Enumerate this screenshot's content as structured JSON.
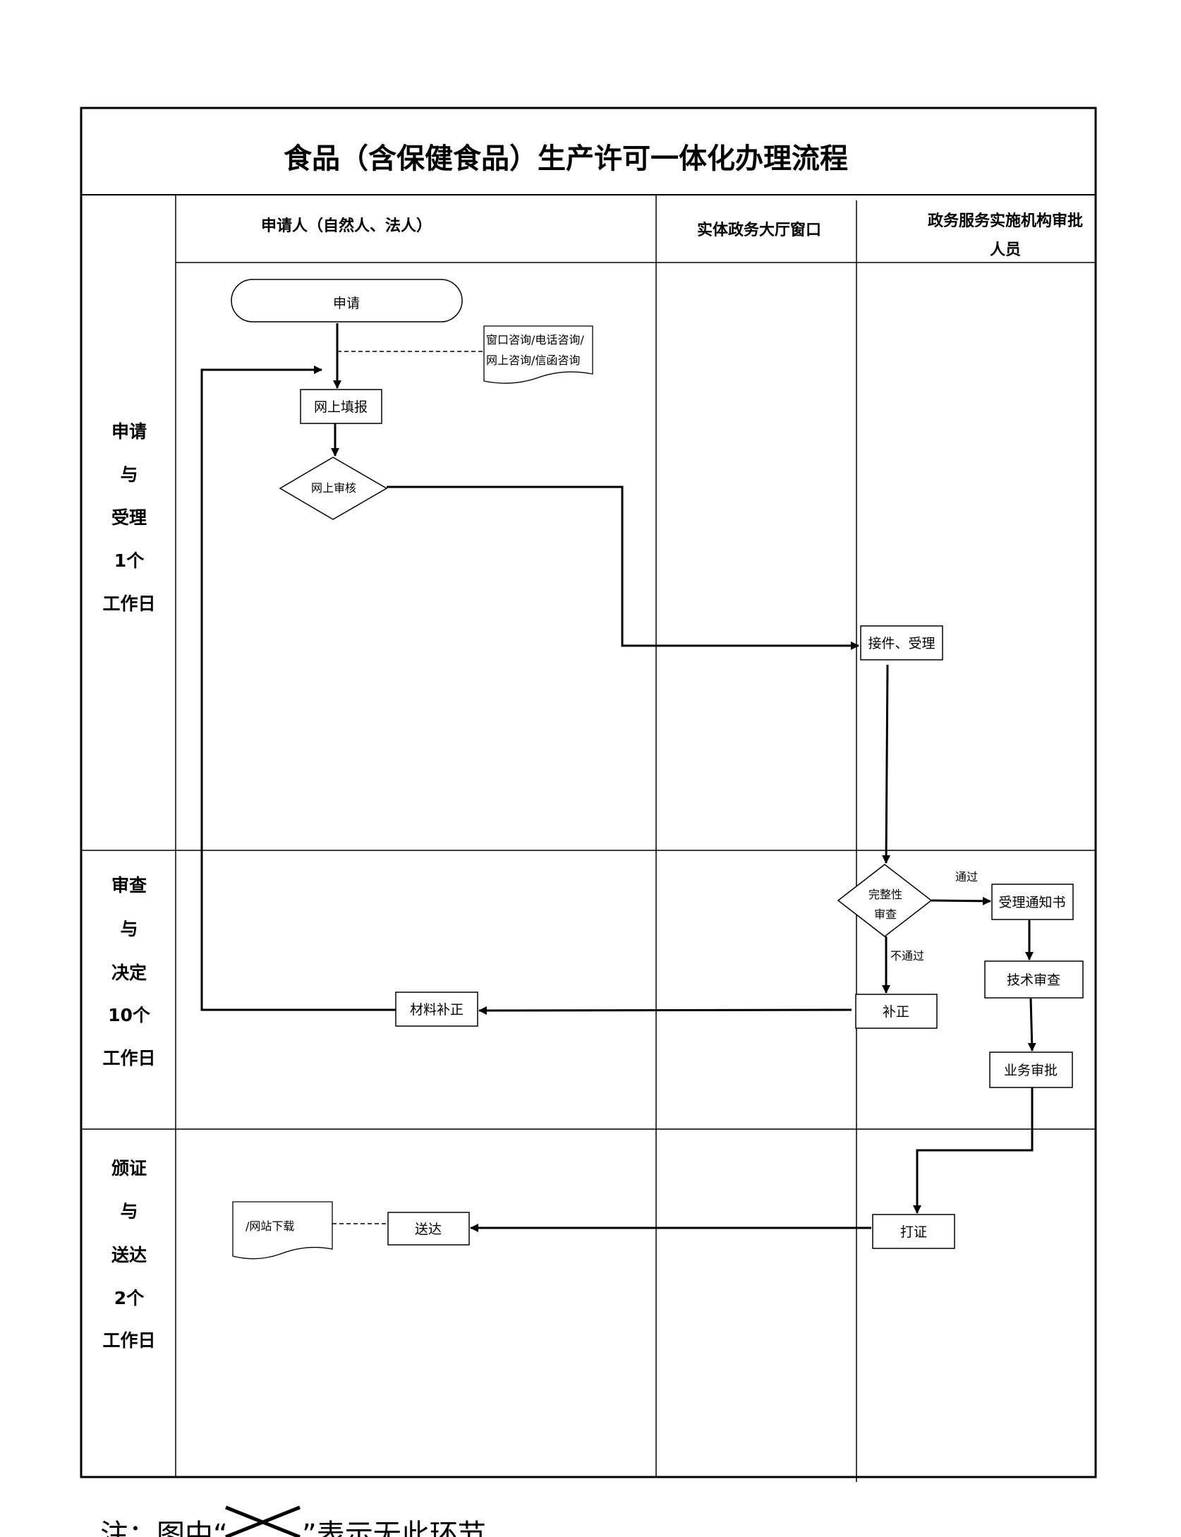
{
  "title": "食品（含保健食品）生产许可一体化办理流程",
  "columns": {
    "applicant": "申请人（自然人、法人）",
    "window": "实体政务大厅窗口",
    "reviewer_line1": "政务服务实施机构审批",
    "reviewer_line2": "人员"
  },
  "stages": {
    "accept": [
      "申请",
      "与",
      "受理",
      "1个",
      "工作日"
    ],
    "review": [
      "审查",
      "与",
      "决定",
      "10个",
      "工作日"
    ],
    "issue": [
      "颁证",
      "与",
      "送达",
      "2个",
      "工作日"
    ]
  },
  "nodes": {
    "apply": "申请",
    "consult_line1": "窗口咨询/电话咨询/",
    "consult_line2": "网上咨询/信函咨询",
    "online_fill": "网上填报",
    "online_review": "网上审核",
    "receive": "接件、受理",
    "completeness_line1": "完整性",
    "completeness_line2": "审查",
    "pass_label": "通过",
    "fail_label": "不通过",
    "notice": "受理通知书",
    "tech_review": "技术审查",
    "business_approval": "业务审批",
    "supplement": "补正",
    "material_supplement": "材料补正",
    "print_cert": "打证",
    "deliver": "送达",
    "download": "/网站下载"
  },
  "footnote": {
    "before": "注：图中“",
    "after": "”表示无此环节"
  }
}
